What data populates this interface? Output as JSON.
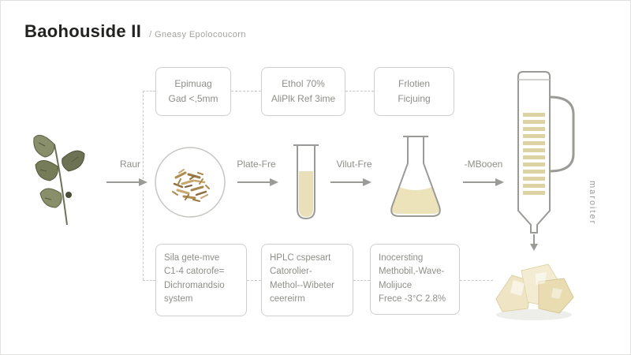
{
  "header": {
    "title": "Baohouside II",
    "subtitle": "/ Gneasy Epolocoucorn"
  },
  "top_boxes": [
    {
      "lines": [
        "Epimuag",
        "Gad <,5mm"
      ]
    },
    {
      "lines": [
        "Ethol 70%",
        "AliPlk Ref 3ime"
      ]
    },
    {
      "lines": [
        "Frlotien",
        "Ficjuing"
      ]
    }
  ],
  "flow": {
    "labels": [
      "Raur",
      "Plate-Fre",
      "Vilut-Fre",
      "-MBooen"
    ],
    "column_side_label": "maroiter"
  },
  "bottom_boxes": [
    {
      "lines": [
        "Sila gete-mve",
        "C1-4 catorofe=",
        "Dichromandsio",
        "system"
      ]
    },
    {
      "lines": [
        "HPLC cspesart",
        "Catorolier-",
        "Methol--Wibeter",
        "ceereirm"
      ]
    },
    {
      "lines": [
        "Inocersting",
        "Methobil,-Wave-",
        "Molijuce",
        "Frece -3°C 2.8%"
      ]
    }
  ],
  "icons": {
    "plant": "leaf-icon",
    "raw_material": "herb-dish-icon",
    "extraction": "test-tube-icon",
    "concentration": "erlenmeyer-flask-icon",
    "separation": "chromatography-column-icon",
    "product": "crystals-icon"
  },
  "colors": {
    "liquid": "#e9e0ba",
    "herb": "#b3905c",
    "leaf": "#7c8160",
    "outline": "#9a9a96",
    "box_border": "#cfcfcb",
    "text_gray": "#8e8e89",
    "dashed_line": "#c9c9c4"
  }
}
